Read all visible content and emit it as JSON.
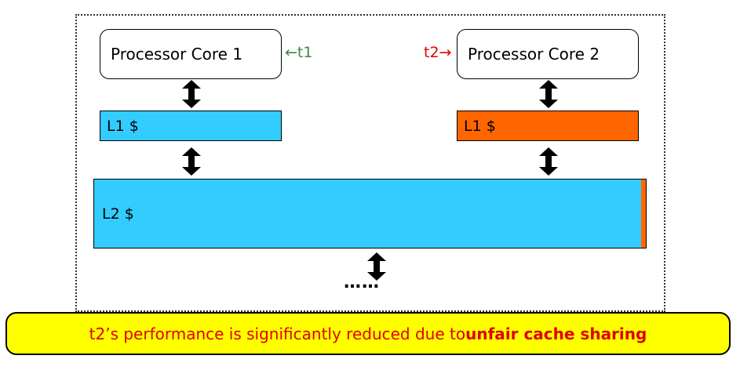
{
  "colors": {
    "l1_left_fill": "#33ccff",
    "l1_right_fill": "#ff6600",
    "l2_fill": "#33ccff",
    "l2_stripe_fill": "#ff6600",
    "t1_color": "#3a8a3a",
    "t2_color": "#e00000",
    "banner_fill": "#ffff00",
    "banner_text": "#e00000"
  },
  "cores": {
    "core1": "Processor Core 1",
    "core2": "Processor Core 2"
  },
  "threads": {
    "t1": "←t1",
    "t2": "t2→"
  },
  "caches": {
    "l1_left": "L1 $",
    "l1_right": "L1 $",
    "l2": "L2 $"
  },
  "ellipsis": "……",
  "banner": {
    "prefix": "t2’s performance is significantly reduced due to ",
    "emphasis": "unfair cache sharing"
  }
}
